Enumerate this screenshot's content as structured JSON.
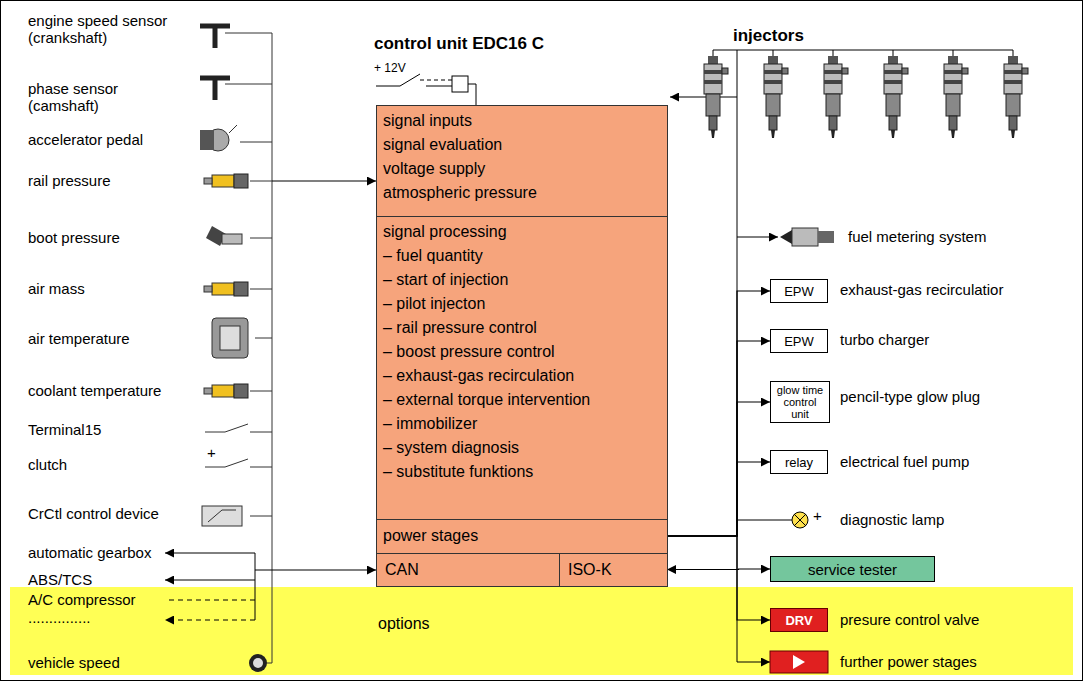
{
  "diagram": {
    "nodes": [
      {
        "text": [
          "control unit EDC16 C"
        ]
      },
      {
        "text": [
          "signal inputs",
          "signal evaluation",
          "voltage supply",
          "atmospheric pressure"
        ],
        "in": 0
      },
      {
        "text": [
          "signal processing",
          "– fuel quantity",
          "– start of injection",
          "– pilot injecton",
          "– rail pressure control",
          "– boost pressure control",
          "– exhaust-gas recirculation",
          "– external torque intervention",
          "– immobilizer",
          "– system diagnosis",
          "– substitute funktions"
        ],
        "in": 0
      },
      {
        "text": [
          "power stages"
        ],
        "in": 0
      },
      {
        "text": [
          "CAN"
        ],
        "in": 0
      },
      {
        "text": [
          "ISO-K"
        ],
        "in": 0
      },
      {
        "text": [
          "EPW"
        ]
      },
      {
        "text": [
          "EPW"
        ]
      },
      {
        "text": [
          "glow time control unit"
        ]
      },
      {
        "text": [
          "relay"
        ]
      },
      {
        "text": [
          "service tester"
        ]
      },
      {
        "text": [
          "options"
        ]
      },
      {
        "text": [
          "DRV"
        ],
        "in": 11
      }
    ],
    "edges": [
      {
        "from": 3,
        "to": 6,
        "arrow": "to"
      },
      {
        "from": 3,
        "to": 7,
        "arrow": "to"
      },
      {
        "from": 3,
        "to": 8,
        "arrow": "to"
      },
      {
        "from": 3,
        "to": 9,
        "arrow": "to"
      },
      {
        "from": 3,
        "to": 12,
        "arrow": "to"
      },
      {
        "from": 5,
        "to": 10,
        "arrow": "both"
      }
    ],
    "labels": [
      "injectors",
      "engine speed sensor (crankshaft)",
      "phase sensor (camshaft)",
      "accelerator pedal",
      "rail pressure",
      "boot pressure",
      "air mass",
      "air temperature",
      "coolant temperature",
      "Terminal15",
      "clutch",
      "+",
      "CrCtl control device",
      "automatic gearbox",
      "ABS/TCS",
      "A/C compressor",
      "...............",
      "vehicle speed",
      "+ 12V",
      "fuel metering system",
      "exhaust-gas recirculatior",
      "turbo charger",
      "pencil-type glow plug",
      "electrical fuel pump",
      "diagnostic lamp",
      "+",
      "presure control valve",
      "further power stages"
    ]
  }
}
